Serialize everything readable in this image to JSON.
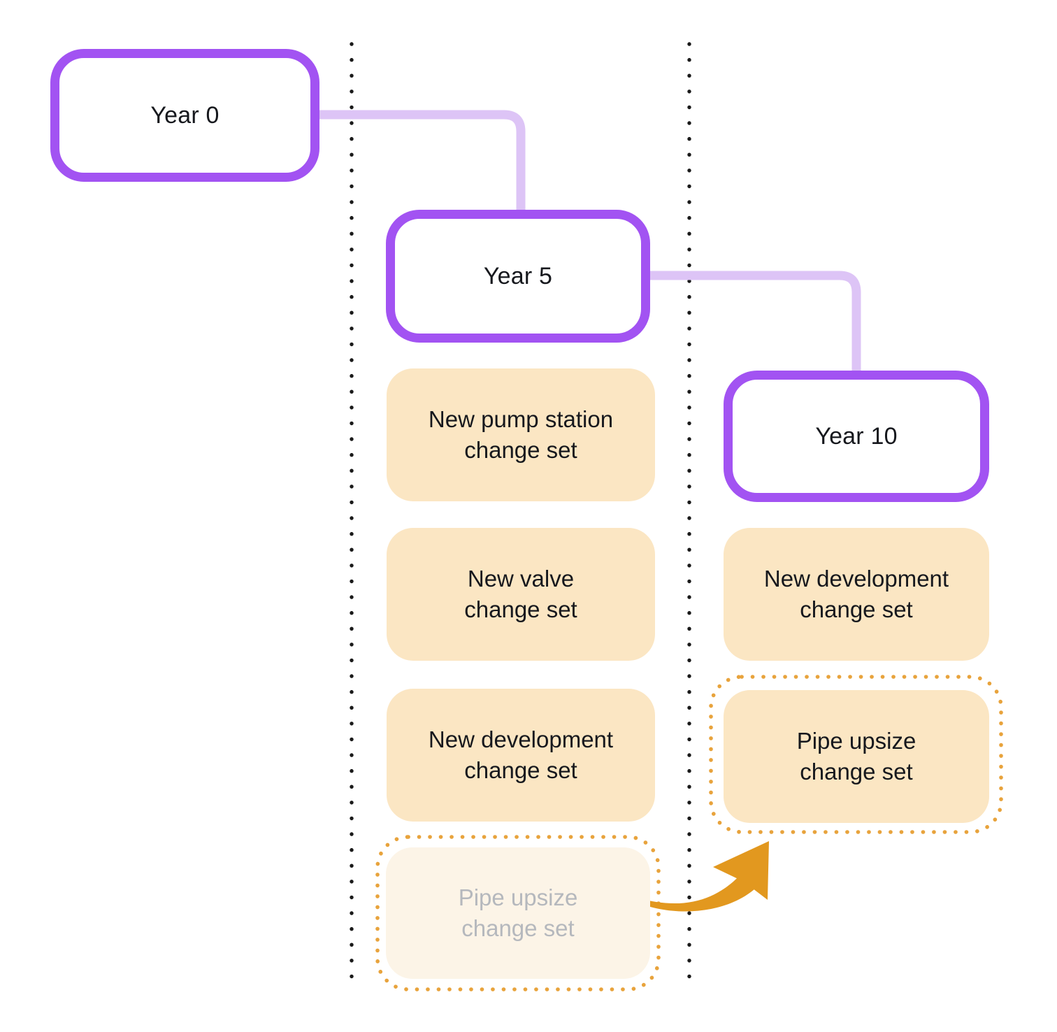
{
  "colors": {
    "purple": "#a253f2",
    "purple_light": "#ddc4f6",
    "peach": "#fbe6c3",
    "peach_faded": "#fcf4e7",
    "orange_dots": "#e8a33c",
    "orange_arrow": "#e2981f",
    "ink": "#16181d",
    "muted": "#b5b8bd",
    "divider": "#1a1a1a"
  },
  "nodes": {
    "year0": {
      "label": "Year 0"
    },
    "year5": {
      "label": "Year 5"
    },
    "year10": {
      "label": "Year 10"
    }
  },
  "year5_changesets": [
    {
      "label": "New pump station\nchange set",
      "state": "normal"
    },
    {
      "label": "New valve\nchange set",
      "state": "normal"
    },
    {
      "label": "New development\nchange set",
      "state": "normal"
    },
    {
      "label": "Pipe upsize\nchange set",
      "state": "faded-dotted-outline"
    }
  ],
  "year10_changesets": [
    {
      "label": "New development\nchange set",
      "state": "normal"
    },
    {
      "label": "Pipe upsize\nchange set",
      "state": "dotted-outline"
    }
  ]
}
